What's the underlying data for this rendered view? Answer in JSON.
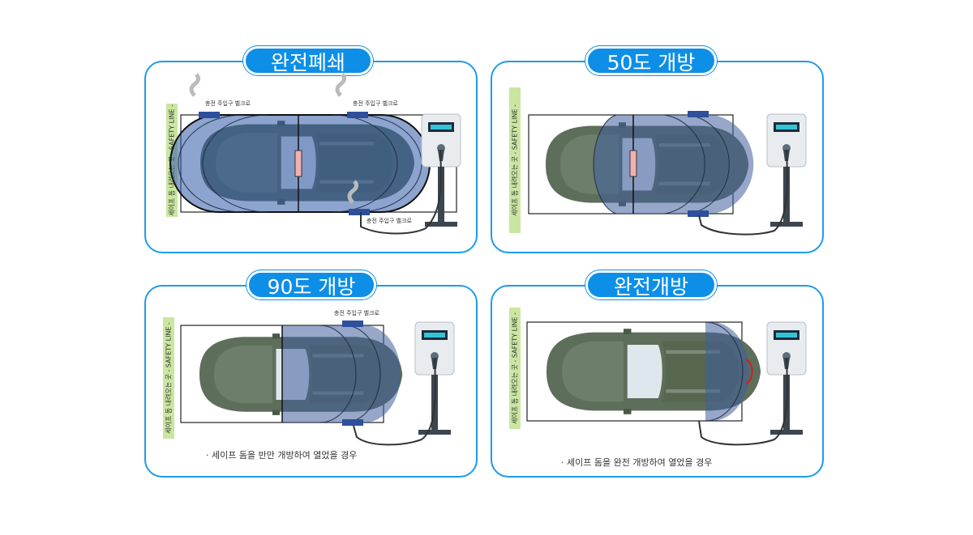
{
  "colors": {
    "accent": "#1e9bea",
    "pill": "#0d8fe8",
    "safety_line": "#c9e7a0",
    "door": "#3f5f9c",
    "car": "#5d6e5a"
  },
  "panels": [
    {
      "id": "fully-closed",
      "title": "완전폐쇄",
      "safety_line": "세이프 돔 내려오는 곳 - SAFETY LINE -",
      "charge_labels": [
        "충전 주입구 벨크로",
        "충전 주입구 벨크로",
        "충전 주입구 벨크로"
      ],
      "note": ""
    },
    {
      "id": "open-50",
      "title": "50도 개방",
      "safety_line": "세이프 돔 내려오는 곳 - SAFETY LINE -",
      "charge_labels": [],
      "note": ""
    },
    {
      "id": "open-90",
      "title": "90도 개방",
      "safety_line": "세이프 돔 내려오는 곳 - SAFETY LINE -",
      "charge_labels": [
        "충전 주입구 벨크로"
      ],
      "note": "· 세이프 돔을 반만 개방하여 열었을 경우"
    },
    {
      "id": "fully-open",
      "title": "완전개방",
      "safety_line": "세이프 돔 내려오는 곳 - SAFETY LINE -",
      "charge_labels": [],
      "note": "· 세이프 돔을 완전 개방하여 열었을 경우"
    }
  ]
}
